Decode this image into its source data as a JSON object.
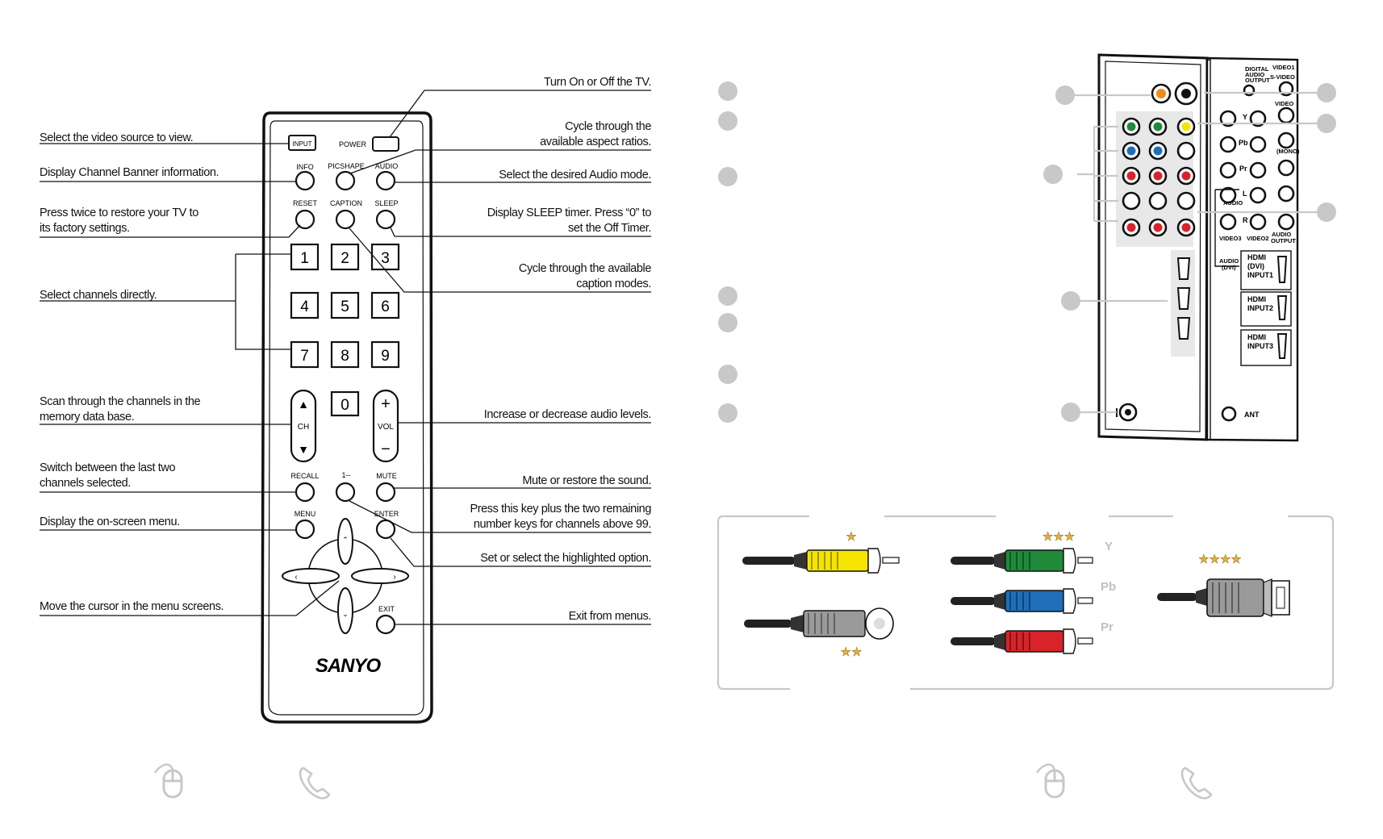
{
  "remote": {
    "brand": "SANYO",
    "buttons": {
      "input": "INPUT",
      "power": "POWER",
      "info": "INFO",
      "picshape": "PICSHAPE",
      "audio": "AUDIO",
      "reset": "RESET",
      "caption": "CAPTION",
      "sleep": "SLEEP",
      "ch": "CH",
      "vol": "VOL",
      "recall": "RECALL",
      "dash": "1--",
      "mute": "MUTE",
      "menu": "MENU",
      "enter": "ENTER",
      "exit": "EXIT",
      "digits": [
        "1",
        "2",
        "3",
        "4",
        "5",
        "6",
        "7",
        "8",
        "9",
        "0"
      ]
    },
    "labels_left": {
      "input": "Select the video source to view.",
      "info": "Display Channel Banner information.",
      "reset_1": "Press twice to restore your TV to",
      "reset_2": "its factory settings.",
      "digits": "Select channels directly.",
      "ch_1": "Scan through the channels in the",
      "ch_2": "memory data base.",
      "recall_1": "Switch between the last two",
      "recall_2": "channels selected.",
      "menu": "Display the on-screen menu.",
      "cursor": "Move the cursor in the menu screens."
    },
    "labels_right": {
      "power": "Turn On or Off the TV.",
      "picshape_1": "Cycle through the",
      "picshape_2": "available aspect ratios.",
      "audio": "Select the desired Audio mode.",
      "sleep_1": "Display SLEEP timer. Press “0” to",
      "sleep_2": "set the Off Timer.",
      "caption_1": "Cycle through the available",
      "caption_2": "caption modes.",
      "vol": "Increase or decrease audio levels.",
      "mute": "Mute or restore the sound.",
      "dash_1": "Press this key plus the two remaining",
      "dash_2": "number keys for channels above 99.",
      "enter": "Set or select the highlighted option.",
      "exit": "Exit from menus."
    }
  },
  "panel": {
    "labels": {
      "digital_audio_1": "DIGITAL",
      "digital_audio_2": "AUDIO",
      "digital_audio_3": "OUTPUT",
      "video1": "VIDEO1",
      "svideo": "S-VIDEO",
      "video": "VIDEO",
      "y": "Y",
      "pb": "Pb",
      "pr": "Pr",
      "l": "L",
      "r": "R",
      "mono": "(MONO)",
      "audio": "AUDIO",
      "dvi": "(DVI)",
      "video3": "VIDEO3",
      "video2": "VIDEO2",
      "audio_output_1": "AUDIO",
      "audio_output_2": "OUTPUT",
      "hdmi1_1": "HDMI",
      "hdmi1_2": "(DVI)",
      "hdmi1_3": "INPUT1",
      "hdmi2_1": "HDMI",
      "hdmi2_2": "INPUT2",
      "hdmi3_1": "HDMI",
      "hdmi3_2": "INPUT3",
      "ant": "ANT"
    }
  },
  "cables": {
    "composite_stars": "★",
    "svideo_stars": "★★",
    "component_stars": "★★★",
    "hdmi_stars": "★★★★",
    "y": "Y",
    "pb": "Pb",
    "pr": "Pr"
  },
  "colors": {
    "yellow": "#f5e400",
    "green": "#1f8a3a",
    "blue": "#1e6fb8",
    "red": "#d8232a",
    "gray_marker": "#c8c8c8",
    "star": "#e8b03c",
    "panel_bg": "#e8e8e8"
  },
  "footer_icons": [
    "mouse-icon",
    "phone-icon",
    "mouse-icon",
    "phone-icon"
  ]
}
